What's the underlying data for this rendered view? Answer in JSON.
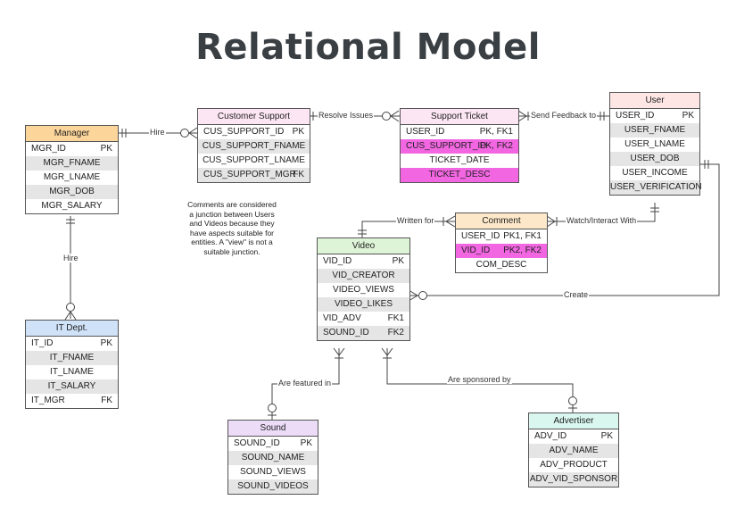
{
  "title": "Relational Model",
  "entities": {
    "manager": {
      "name": "Manager",
      "color": "#fcd59a",
      "rows": [
        {
          "text": "MGR_ID",
          "key": "PK"
        },
        {
          "text": "MGR_FNAME"
        },
        {
          "text": "MGR_LNAME"
        },
        {
          "text": "MGR_DOB"
        },
        {
          "text": "MGR_SALARY"
        }
      ]
    },
    "customer_support": {
      "name": "Customer Support",
      "color": "#fde6f4",
      "rows": [
        {
          "text": "CUS_SUPPORT_ID",
          "key": "PK"
        },
        {
          "text": "CUS_SUPPORT_FNAME"
        },
        {
          "text": "CUS_SUPPORT_LNAME"
        },
        {
          "text": "CUS_SUPPORT_MGR",
          "key": "FK"
        }
      ]
    },
    "support_ticket": {
      "name": "Support Ticket",
      "color": "#fde6f4",
      "rows": [
        {
          "text": "USER_ID",
          "key": "PK, FK1"
        },
        {
          "text": "CUS_SUPPORT_ID",
          "key": "PK, FK2",
          "highlight": true
        },
        {
          "text": "TICKET_DATE"
        },
        {
          "text": "TICKET_DESC",
          "highlight": true
        }
      ]
    },
    "user": {
      "name": "User",
      "color": "#fde6e4",
      "rows": [
        {
          "text": "USER_ID",
          "key": "PK"
        },
        {
          "text": "USER_FNAME"
        },
        {
          "text": "USER_LNAME"
        },
        {
          "text": "USER_DOB"
        },
        {
          "text": "USER_INCOME"
        },
        {
          "text": "USER_VERIFICATION"
        }
      ]
    },
    "comment": {
      "name": "Comment",
      "color": "#fde9c9",
      "rows": [
        {
          "text": "USER_ID",
          "key": "PK1, FK1"
        },
        {
          "text": "VID_ID",
          "key": "PK2, FK2",
          "highlight": true
        },
        {
          "text": "COM_DESC"
        }
      ]
    },
    "video": {
      "name": "Video",
      "color": "#def4d6",
      "rows": [
        {
          "text": "VID_ID",
          "key": "PK"
        },
        {
          "text": "VID_CREATOR"
        },
        {
          "text": "VIDEO_VIEWS"
        },
        {
          "text": "VIDEO_LIKES"
        },
        {
          "text": "VID_ADV",
          "key": "FK1"
        },
        {
          "text": "SOUND_ID",
          "key": "FK2"
        }
      ]
    },
    "it_dept": {
      "name": "IT Dept.",
      "color": "#cfe2f8",
      "rows": [
        {
          "text": "IT_ID",
          "key": "PK"
        },
        {
          "text": "IT_FNAME"
        },
        {
          "text": "IT_LNAME"
        },
        {
          "text": "IT_SALARY"
        },
        {
          "text": "IT_MGR",
          "key": "FK"
        }
      ]
    },
    "sound": {
      "name": "Sound",
      "color": "#ecdcf8",
      "rows": [
        {
          "text": "SOUND_ID",
          "key": "PK"
        },
        {
          "text": "SOUND_NAME"
        },
        {
          "text": "SOUND_VIEWS"
        },
        {
          "text": "SOUND_VIDEOS"
        }
      ]
    },
    "advertiser": {
      "name": "Advertiser",
      "color": "#d9f7ef",
      "rows": [
        {
          "text": "ADV_ID",
          "key": "PK"
        },
        {
          "text": "ADV_NAME"
        },
        {
          "text": "ADV_PRODUCT"
        },
        {
          "text": "ADV_VID_SPONSOR"
        }
      ]
    }
  },
  "relationships": {
    "mgr_cs": "Hire",
    "cs_ticket": "Resolve Issues",
    "ticket_user": "Send Feedback to",
    "mgr_it": "Hire",
    "comment_video": "Written for",
    "comment_user": "Watch/Interact With",
    "user_video": "Create",
    "video_sound": "Are featured in",
    "video_adv": "Are sponsored by"
  },
  "note": "Comments are considered a junction between Users and Videos because they have aspects suitable for entities. A \"view\" is not a suitable junction.",
  "colors": {
    "line": "#444444",
    "highlight": "#f266e2",
    "alt_row": "#e5e5e5"
  }
}
